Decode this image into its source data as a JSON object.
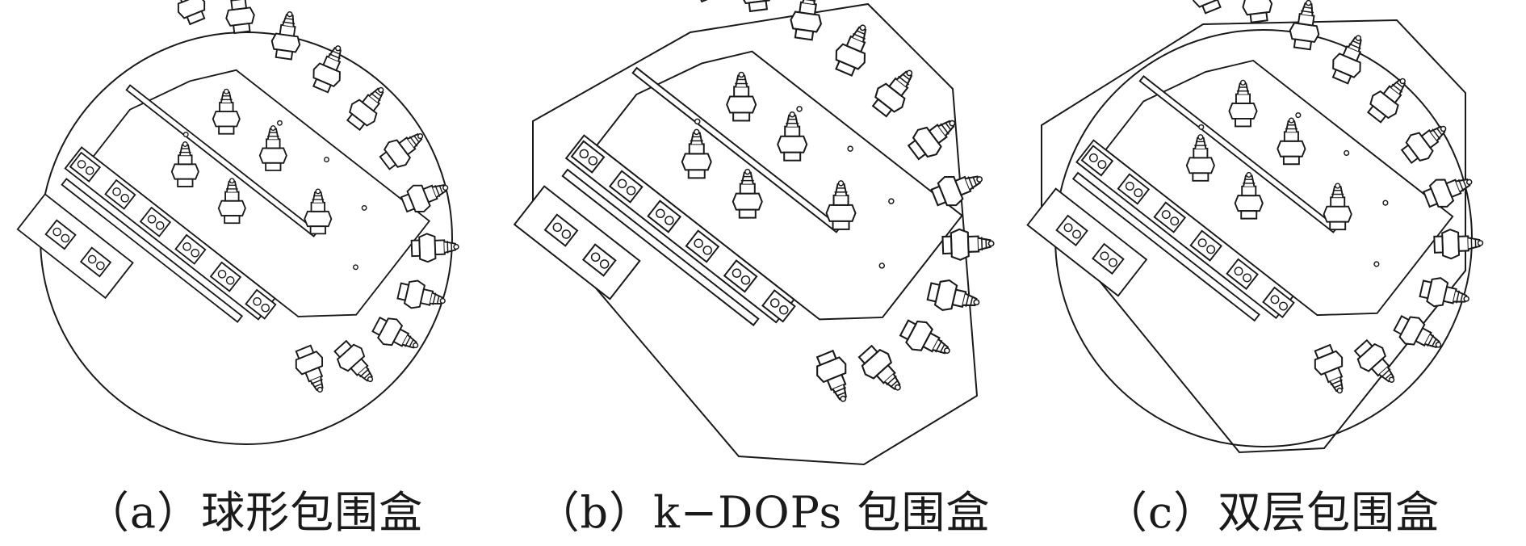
{
  "panels": [
    {
      "id": "a",
      "caption": "（a）球形包围盒",
      "bounding_volume": "sphere"
    },
    {
      "id": "b",
      "caption": "（b）k−DOPs 包围盒",
      "bounding_volume": "k-DOP"
    },
    {
      "id": "c",
      "caption": "（c）双层包围盒",
      "bounding_volume": "double-layer"
    }
  ],
  "colors": {
    "line": "#1a1a1a",
    "background": "#ffffff"
  }
}
